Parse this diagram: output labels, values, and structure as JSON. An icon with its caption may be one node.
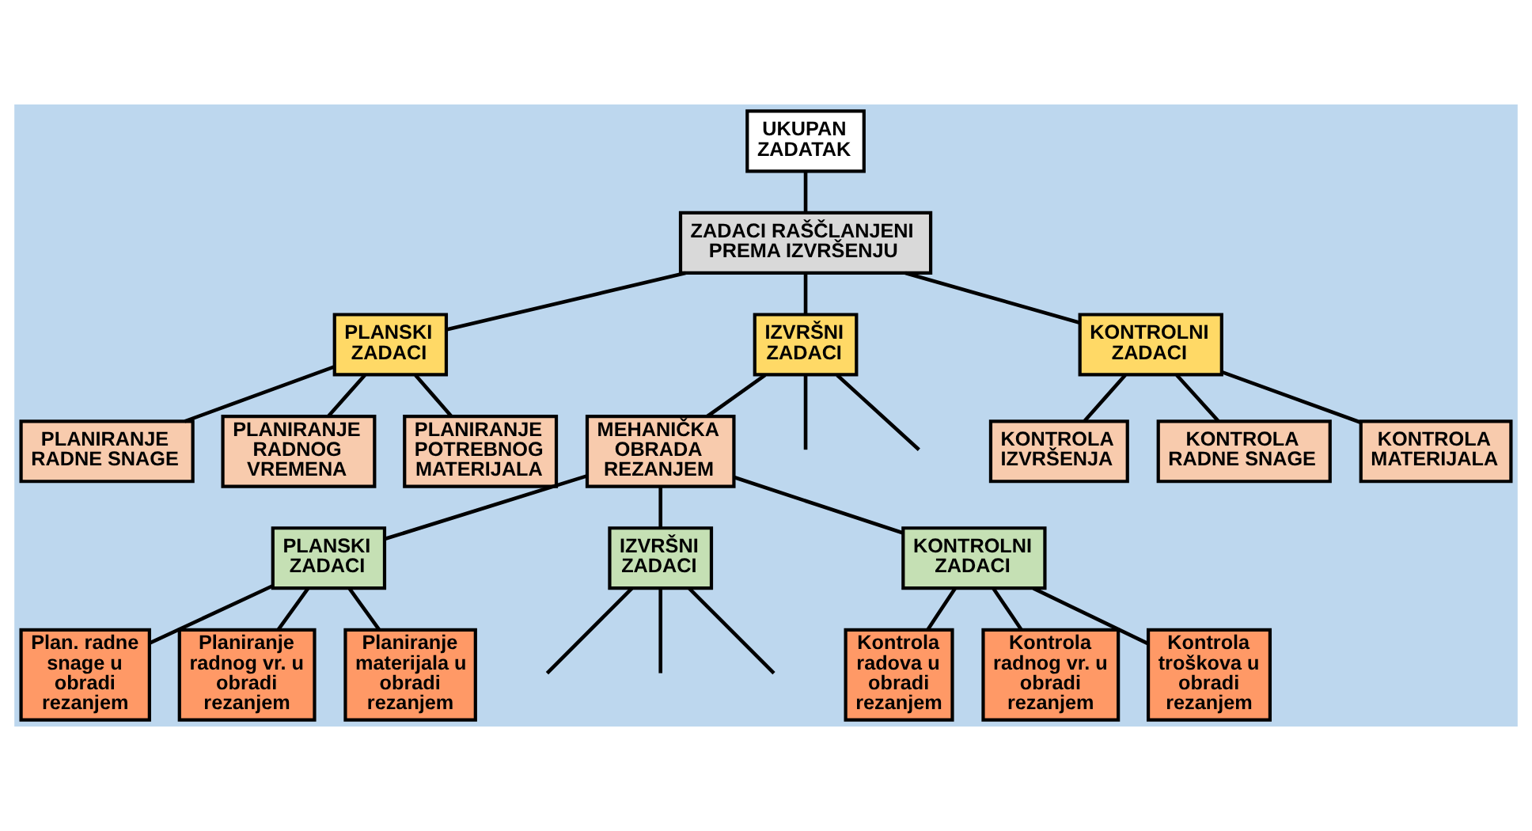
{
  "diagram": {
    "nodes": [
      {
        "text": [
          "UKUPAN ZADATAK"
        ]
      },
      {
        "text": [
          "ZADACI RAŠČLANJENI PREMA IZVRŠENJU"
        ]
      },
      {
        "text": [
          "PLANSKI ZADACI"
        ]
      },
      {
        "text": [
          "IZVRŠNI ZADACI"
        ]
      },
      {
        "text": [
          "KONTROLNI ZADACI"
        ]
      },
      {
        "text": [
          "PLANIRANJE RADNE SNAGE"
        ]
      },
      {
        "text": [
          "PLANIRANJE RADNOG VREMENA"
        ]
      },
      {
        "text": [
          "PLANIRANJE POTREBNOG MATERIJALA"
        ]
      },
      {
        "text": [
          "MEHANIČKA OBRADA REZANJEM"
        ]
      },
      {
        "text": [
          "KONTROLA IZVRŠENJA"
        ]
      },
      {
        "text": [
          "KONTROLA RADNE SNAGE"
        ]
      },
      {
        "text": [
          "KONTROLA MATERIJALA"
        ]
      },
      {
        "text": [
          "PLANSKI ZADACI"
        ]
      },
      {
        "text": [
          "IZVRŠNI ZADACI"
        ]
      },
      {
        "text": [
          "KONTROLNI ZADACI"
        ]
      },
      {
        "text": [
          "Plan. radne snage u obradi rezanjem"
        ]
      },
      {
        "text": [
          "Planiranje radnog vr. u obradi rezanjem"
        ]
      },
      {
        "text": [
          "Planiranje materijala u obradi rezanjem"
        ]
      },
      {
        "text": [
          "Kontrola radova u obradi rezanjem"
        ]
      },
      {
        "text": [
          "Kontrola radnog vr. u obradi rezanjem"
        ]
      },
      {
        "text": [
          "Kontrola troškova u obradi rezanjem"
        ]
      }
    ],
    "edges": [
      {
        "from": 0,
        "to": 1,
        "arrow": "none"
      },
      {
        "from": 1,
        "to": 2,
        "arrow": "none"
      },
      {
        "from": 1,
        "to": 3,
        "arrow": "none"
      },
      {
        "from": 1,
        "to": 4,
        "arrow": "none"
      },
      {
        "from": 2,
        "to": 5,
        "arrow": "none"
      },
      {
        "from": 2,
        "to": 6,
        "arrow": "none"
      },
      {
        "from": 2,
        "to": 7,
        "arrow": "none"
      },
      {
        "from": 3,
        "to": null,
        "arrow": "none"
      },
      {
        "from": 3,
        "to": 8,
        "arrow": "none"
      },
      {
        "from": 3,
        "to": null,
        "arrow": "none"
      },
      {
        "from": 4,
        "to": 9,
        "arrow": "none"
      },
      {
        "from": 4,
        "to": 10,
        "arrow": "none"
      },
      {
        "from": 4,
        "to": 11,
        "arrow": "none"
      },
      {
        "from": 8,
        "to": 12,
        "arrow": "none"
      },
      {
        "from": 8,
        "to": 13,
        "arrow": "none"
      },
      {
        "from": 8,
        "to": 14,
        "arrow": "none"
      },
      {
        "from": 12,
        "to": 15,
        "arrow": "none"
      },
      {
        "from": 12,
        "to": 16,
        "arrow": "none"
      },
      {
        "from": 12,
        "to": 17,
        "arrow": "none"
      },
      {
        "from": 13,
        "to": null,
        "arrow": "none"
      },
      {
        "from": 13,
        "to": null,
        "arrow": "none"
      },
      {
        "from": 13,
        "to": null,
        "arrow": "none"
      },
      {
        "from": 14,
        "to": 18,
        "arrow": "none"
      },
      {
        "from": 14,
        "to": 19,
        "arrow": "none"
      },
      {
        "from": 14,
        "to": 20,
        "arrow": "none"
      }
    ]
  }
}
